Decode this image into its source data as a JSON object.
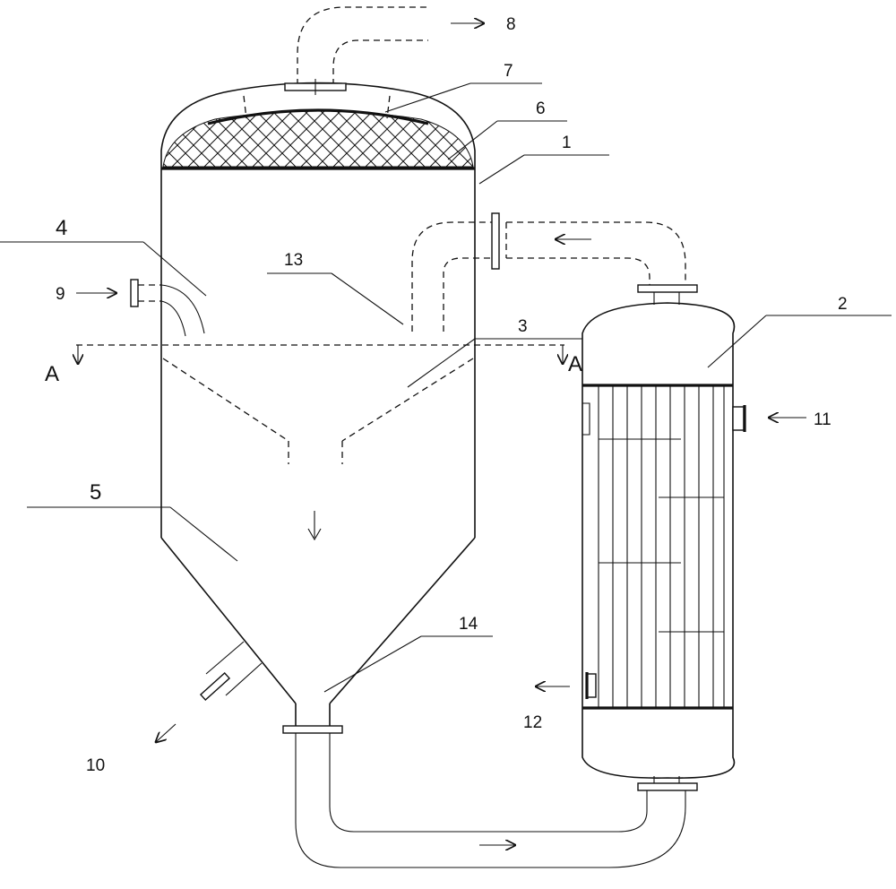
{
  "labels": {
    "n1": "1",
    "n2": "2",
    "n3": "3",
    "n4": "4",
    "n5": "5",
    "n6": "6",
    "n7": "7",
    "n8": "8",
    "n9": "9",
    "n10": "10",
    "n11": "11",
    "n12": "12",
    "n13": "13",
    "n14": "14",
    "section_left": "A",
    "section_right": "A"
  }
}
